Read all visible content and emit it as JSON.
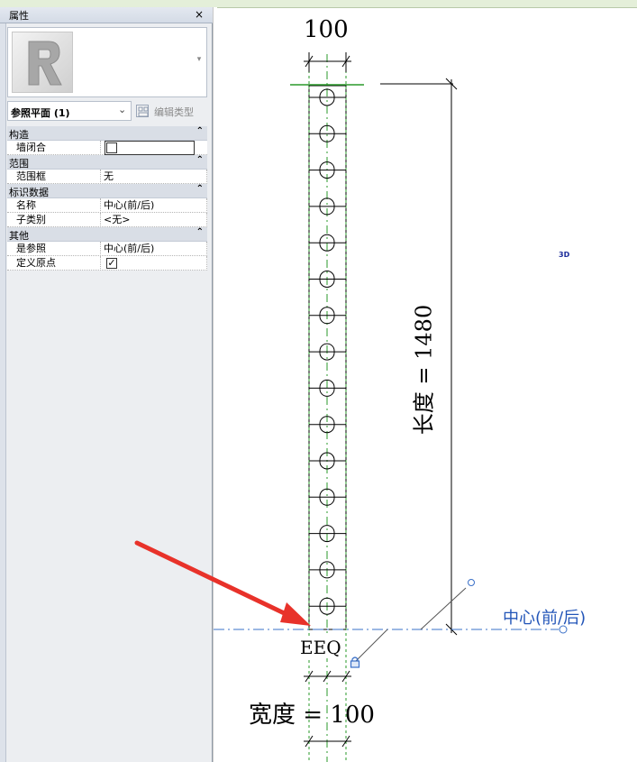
{
  "properties_panel": {
    "title": "属性",
    "close": "×",
    "selector_value": "参照平面 (1)",
    "edit_type_label": "编辑类型",
    "groups": [
      {
        "name": "构造",
        "collapse": "⌃",
        "rows": [
          {
            "key": "墙闭合",
            "type": "field"
          }
        ]
      },
      {
        "name": "范围",
        "collapse": "⌃",
        "rows": [
          {
            "key": "范围框",
            "value": "无"
          }
        ]
      },
      {
        "name": "标识数据",
        "collapse": "⌃",
        "rows": [
          {
            "key": "名称",
            "value": "中心(前/后)"
          },
          {
            "key": "子类别",
            "value": "<无>"
          }
        ]
      },
      {
        "name": "其他",
        "collapse": "⌃",
        "rows": [
          {
            "key": "是参照",
            "value": "中心(前/后)"
          },
          {
            "key": "定义原点",
            "type": "checkbox",
            "checked": true
          }
        ]
      }
    ]
  },
  "drawing": {
    "dim_top": "100",
    "dim_length": "长度 = 1480",
    "eq_label": "EEQ",
    "dim_width": "宽度 = 100",
    "view_3d_label": "3D",
    "ref_plane_label": "中心(前/后)",
    "colors": {
      "dash_green": "#2a9a2a",
      "ref_blue": "#3a70c8",
      "arrow_red": "#e8322a"
    }
  }
}
